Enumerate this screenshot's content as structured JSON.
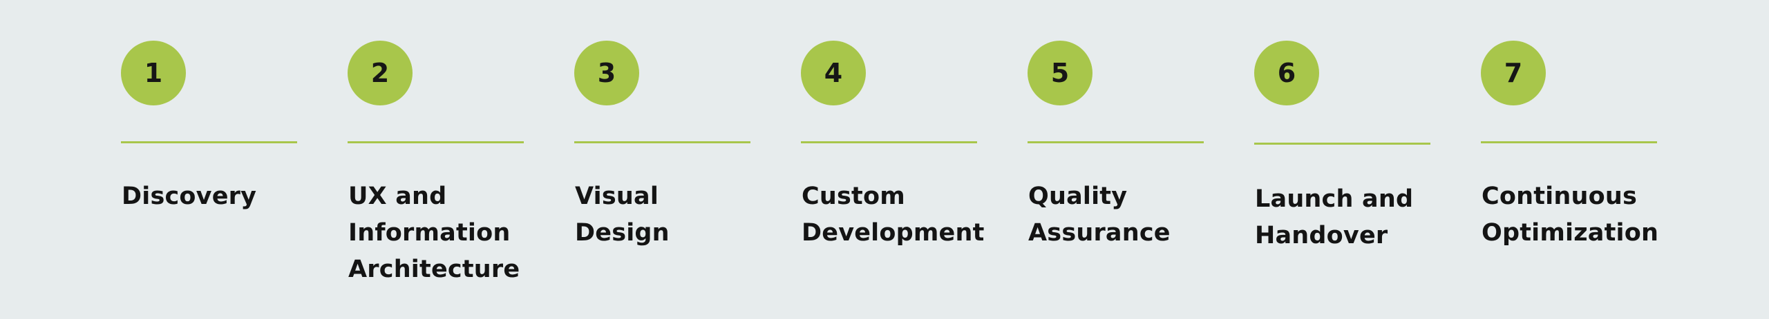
{
  "colors": {
    "background": "#e7eced",
    "accent": "#a8c64b",
    "text": "#141414"
  },
  "steps": [
    {
      "number": "1",
      "label": "Discovery"
    },
    {
      "number": "2",
      "label": "UX and Information Architecture"
    },
    {
      "number": "3",
      "label": "Visual Design"
    },
    {
      "number": "4",
      "label": "Custom Development"
    },
    {
      "number": "5",
      "label": "Quality Assurance"
    },
    {
      "number": "6",
      "label": "Launch and Handover"
    },
    {
      "number": "7",
      "label": "Continuous Optimization"
    }
  ]
}
